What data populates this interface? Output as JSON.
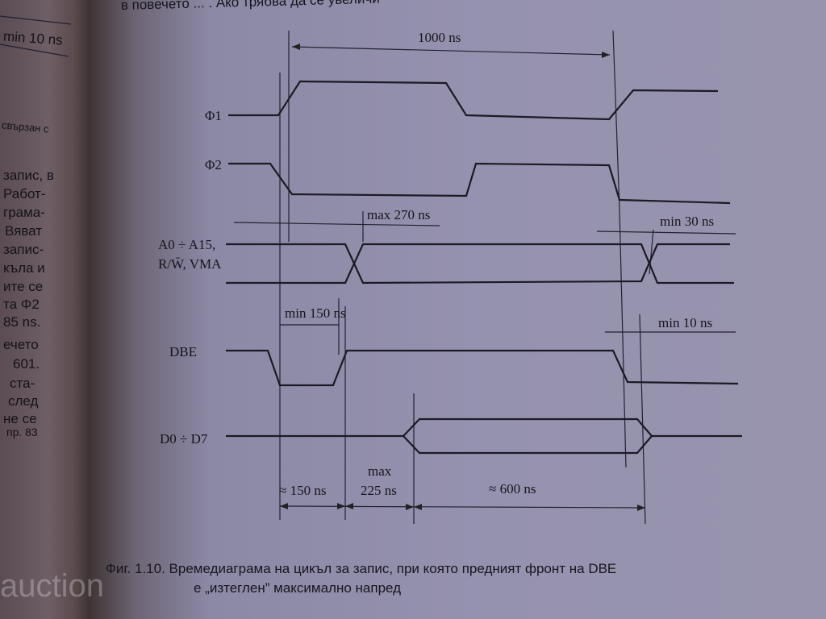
{
  "top_text": "в повечето ... . Ако трябва да се увеличи",
  "left_page": {
    "lines": [
      "min 10 ns",
      "свързан с",
      "запис, в",
      "Работ-",
      "грама-",
      "Вяват",
      "запис-",
      "къла и",
      "ите се",
      "та Φ2",
      "85 ns.",
      "ечето",
      "601.",
      "ста-",
      "след",
      "не се",
      "пр. 83"
    ]
  },
  "diagram": {
    "signals": [
      "Φ1",
      "Φ2",
      "A0 ÷ A15,",
      "R/W̄, VMA",
      "DBE",
      "D0 ÷ D7"
    ],
    "annotations": {
      "cycle": "1000 ns",
      "max_270": "max 270 ns",
      "min_30": "min 30 ns",
      "min_150": "min 150 ns",
      "min_10": "min 10 ns",
      "approx_150": "≈ 150 ns",
      "max": "max",
      "ns_225": "225 ns",
      "approx_600": "≈ 600 ns"
    }
  },
  "caption": {
    "line1": "Фиг. 1.10. Времедиаграма на цикъл за запис, при която предният фронт на DBE",
    "line2": "е „изтеглен” максимално напред"
  },
  "watermark": "auction"
}
